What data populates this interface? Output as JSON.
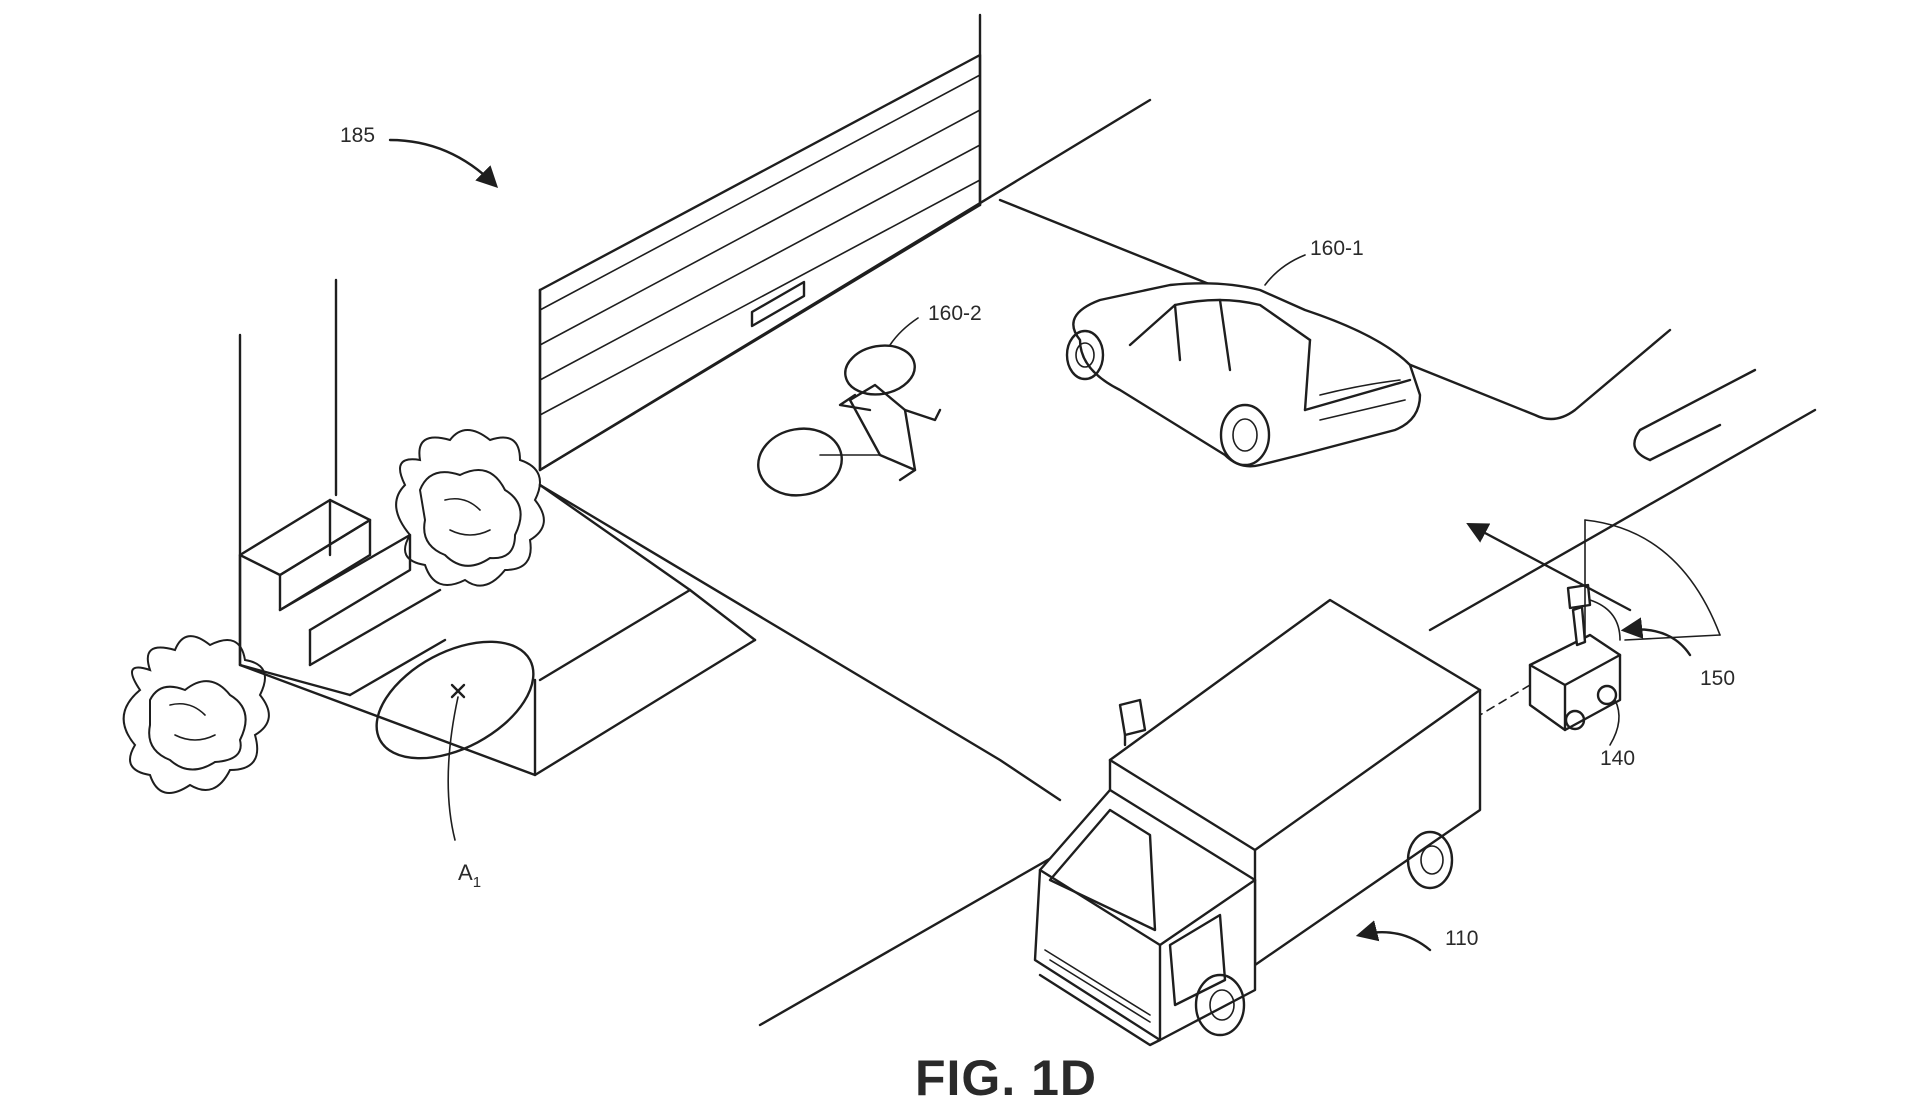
{
  "figure": {
    "caption": "FIG. 1D",
    "labels": {
      "scene": "185",
      "car": "160-1",
      "bicycle": "160-2",
      "sensor_field": "150",
      "robot": "140",
      "truck": "110",
      "delivery_location_main": "A",
      "delivery_location_sub": "1"
    }
  }
}
